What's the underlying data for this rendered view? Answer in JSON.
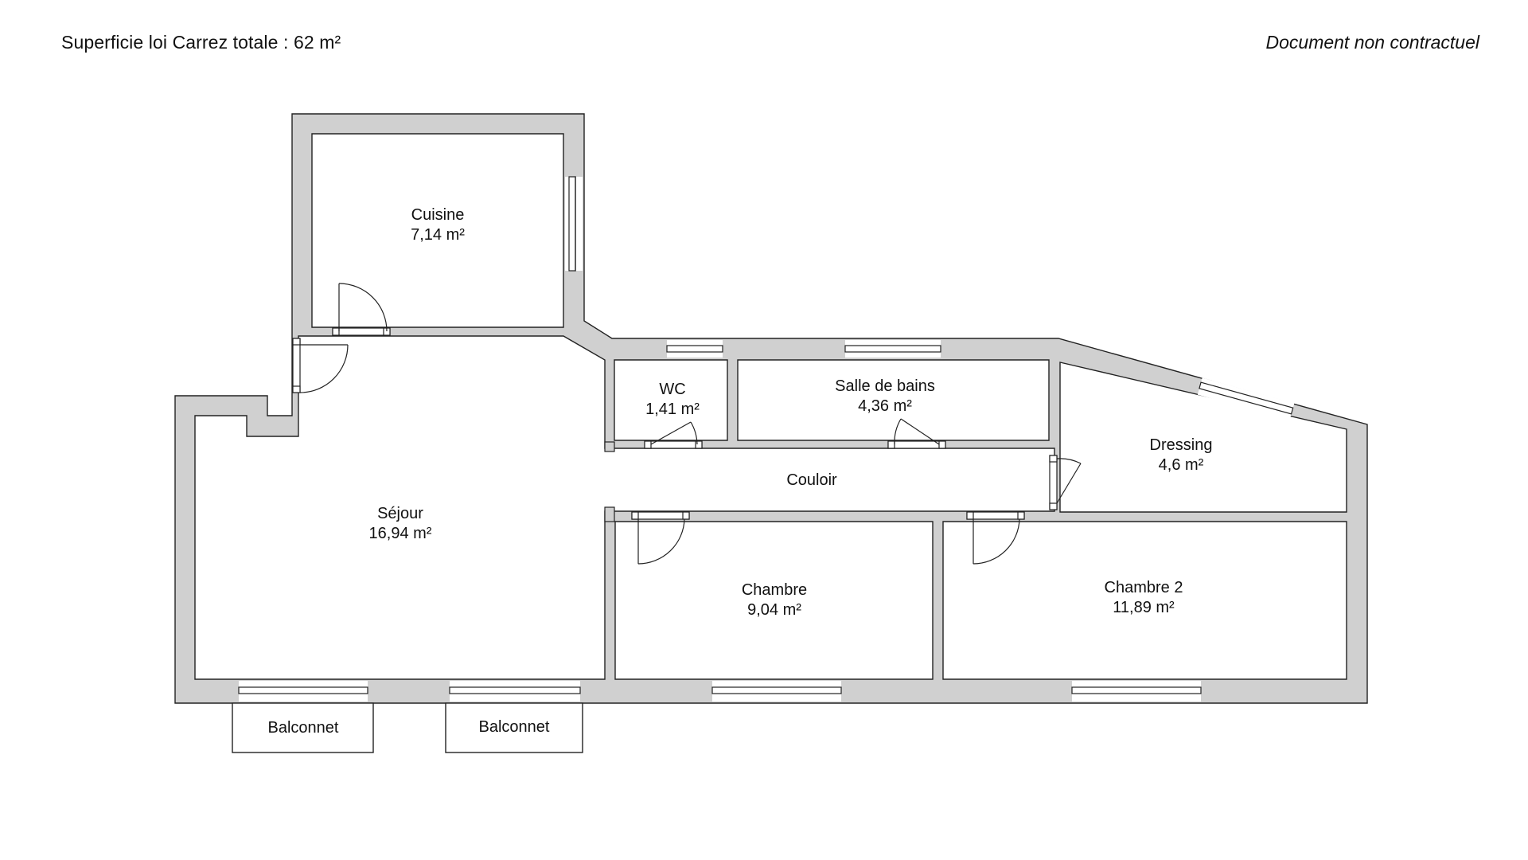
{
  "header": {
    "total_area": "Superficie loi Carrez totale : 62 m²",
    "disclaimer": "Document non contractuel"
  },
  "colors": {
    "wall_fill": "#d0d0d0",
    "line": "#222222",
    "background": "#ffffff"
  },
  "rooms": {
    "cuisine": {
      "name": "Cuisine",
      "area": "7,14 m²"
    },
    "wc": {
      "name": "WC",
      "area": "1,41 m²"
    },
    "salle_de_bains": {
      "name": "Salle de bains",
      "area": "4,36 m²"
    },
    "dressing": {
      "name": "Dressing",
      "area": "4,6 m²"
    },
    "couloir": {
      "name": "Couloir"
    },
    "sejour": {
      "name": "Séjour",
      "area": "16,94 m²"
    },
    "chambre": {
      "name": "Chambre",
      "area": "9,04 m²"
    },
    "chambre_2": {
      "name": "Chambre 2",
      "area": "11,89 m²"
    }
  },
  "balconnets": [
    {
      "name": "Balconnet"
    },
    {
      "name": "Balconnet"
    }
  ]
}
